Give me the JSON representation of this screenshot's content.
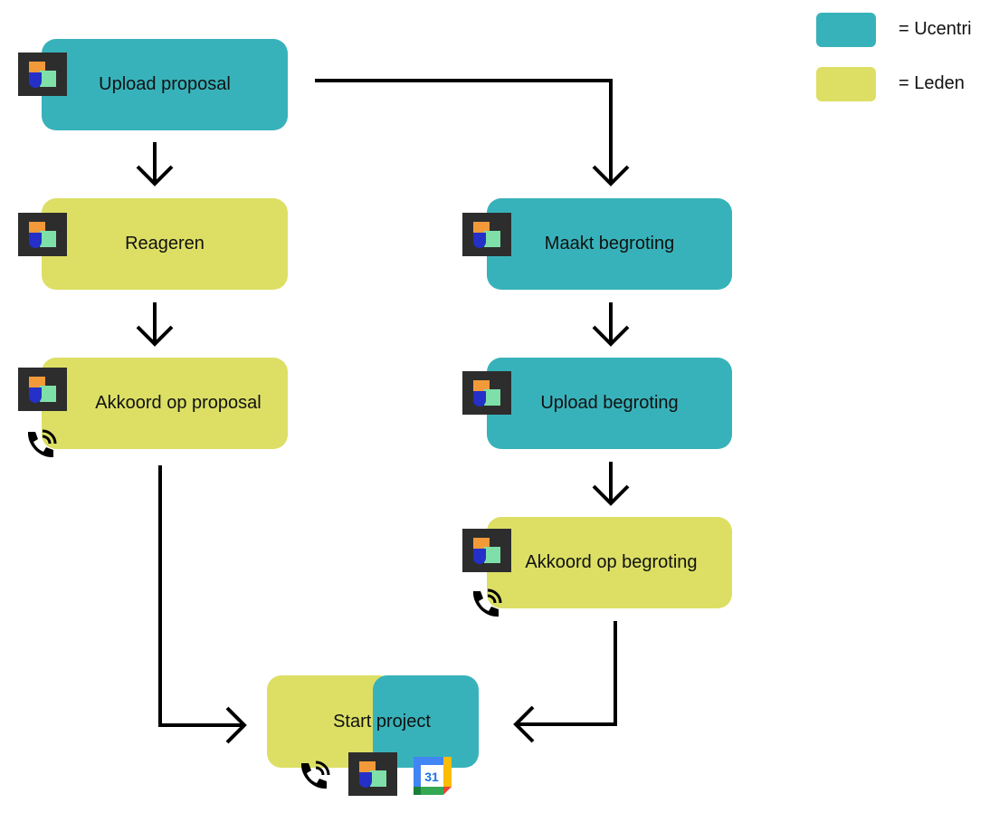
{
  "legend": {
    "ucentri": {
      "label": "= Ucentri",
      "color": "#38b2ba"
    },
    "leden": {
      "label": "= Leden",
      "color": "#dcdf64"
    }
  },
  "nodes": {
    "upload_proposal": "Upload proposal",
    "reageren": "Reageren",
    "akkoord_proposal": "Akkoord op proposal",
    "maakt_begroting": "Maakt begroting",
    "upload_begroting": "Upload begroting",
    "akkoord_begroting": "Akkoord op begroting",
    "start_project": "Start project"
  },
  "icons": {
    "app": "app-logo-icon",
    "phone": "phone-call-icon",
    "calendar": "calendar-icon",
    "calendar_day": "31"
  }
}
